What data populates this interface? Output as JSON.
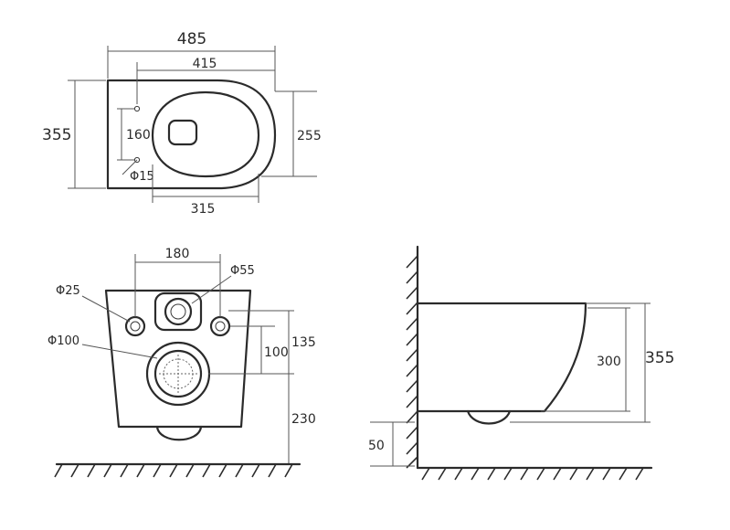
{
  "top_view": {
    "overall_width": "485",
    "inner_width": "415",
    "overall_depth": "355",
    "bolt_spacing": "160",
    "bolt_hole_diameter": "Φ15",
    "seat_depth": "255",
    "bottom_width": "315"
  },
  "front_view": {
    "inlet_spacing": "180",
    "inlet_diameter": "Φ55",
    "fixing_hole_diameter": "Φ25",
    "outlet_diameter": "Φ100",
    "fixing_to_outlet": "135",
    "outlet_center_height": "100",
    "floor_to_outlet": "230"
  },
  "side_view": {
    "bowl_height": "300",
    "total_height": "355",
    "floor_clearance": "50"
  }
}
